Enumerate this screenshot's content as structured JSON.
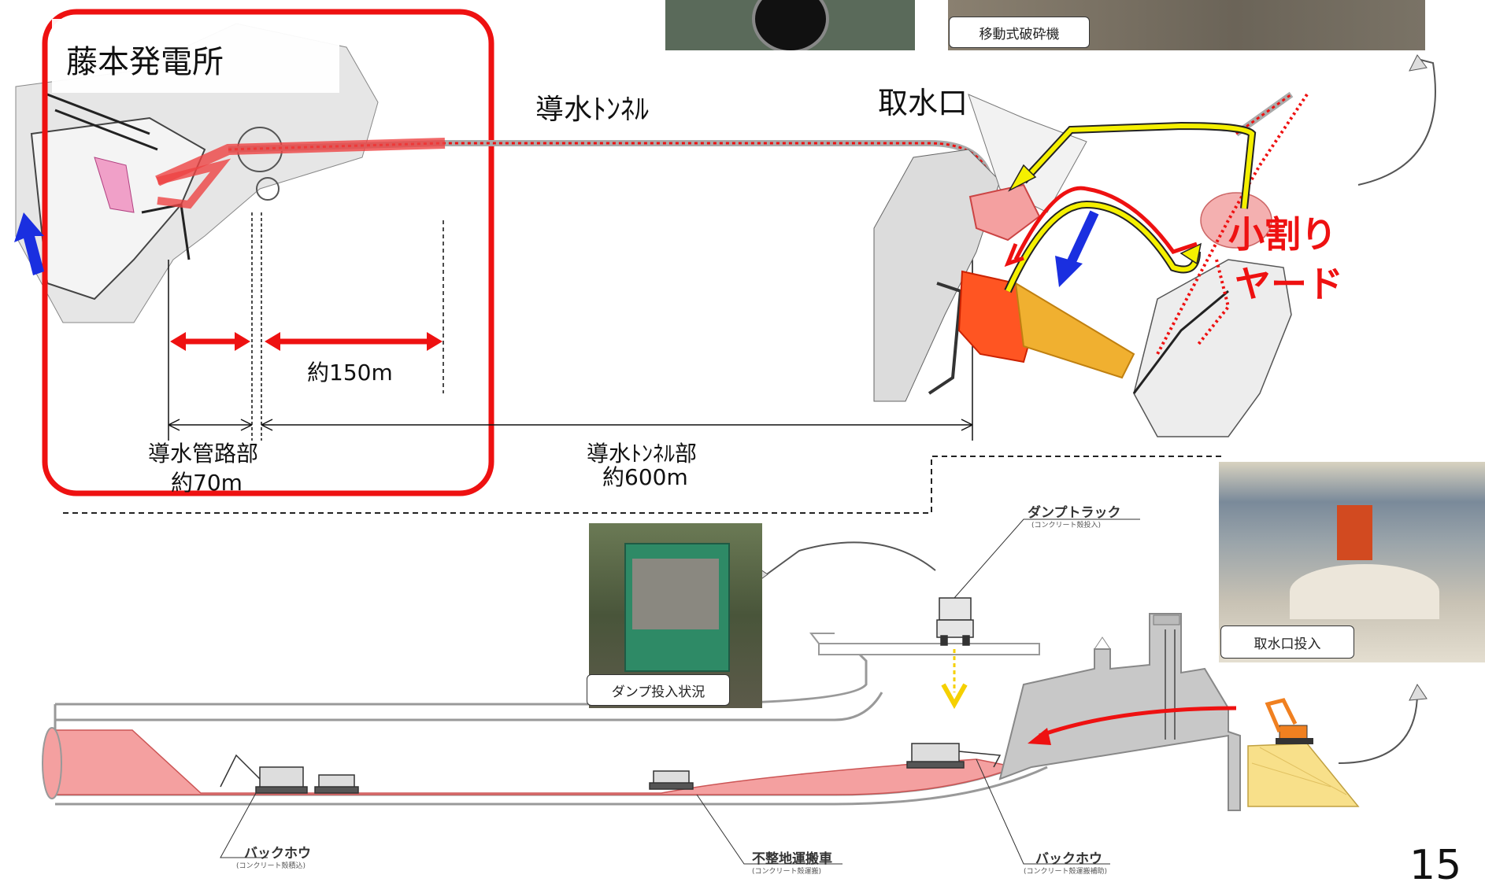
{
  "plan_view": {
    "power_station_label": "藤本発電所",
    "headrace_tunnel_label": "導水ﾄﾝﾈﾙ",
    "intake_label": "取水口",
    "crush_yard_line1": "小割り",
    "crush_yard_line2": "ヤード",
    "dim_150": "約150m",
    "penstock_section_line1": "導水管路部",
    "penstock_section_line2": "約70m",
    "tunnel_section_line1": "導水ﾄﾝﾈﾙ部",
    "tunnel_section_line2": "約600m"
  },
  "photos": {
    "mobile_crusher_caption": "移動式破砕機",
    "dump_caption": "ダンプ投入状況",
    "intake_input_caption": "取水口投入"
  },
  "section_view": {
    "dump_truck_label": "ダンプトラック",
    "dump_truck_sub": "(コンクリート殻投入)",
    "backhoe_left_label": "バックホウ",
    "backhoe_left_sub": "(コンクリート殻積込)",
    "carrier_label": "不整地運搬車",
    "carrier_sub": "(コンクリート殻運搬)",
    "backhoe_right_label": "バックホウ",
    "backhoe_right_sub": "(コンクリート殻運搬補助)"
  },
  "page_number": "15",
  "colors": {
    "red": "#ee1111",
    "pink_fill": "#f4a0a0",
    "yellow": "#f5f000",
    "blue": "#1a2fe0",
    "gray_struct": "#c8c8c8"
  }
}
